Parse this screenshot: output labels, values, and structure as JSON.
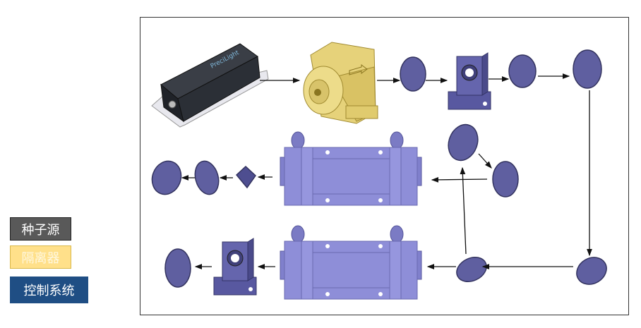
{
  "legend": [
    {
      "label": "种子源",
      "color": "#595959"
    },
    {
      "label": "隔离器",
      "color": "#FFE08A"
    },
    {
      "label": "控制系统",
      "color": "#1F4E84"
    }
  ],
  "seed_logo": "PreciLight",
  "colors": {
    "optic": "#5F5FA0",
    "amplifier": "#8E8ED8",
    "isolator": "#E6D27A",
    "seed": "#2B2F36"
  }
}
